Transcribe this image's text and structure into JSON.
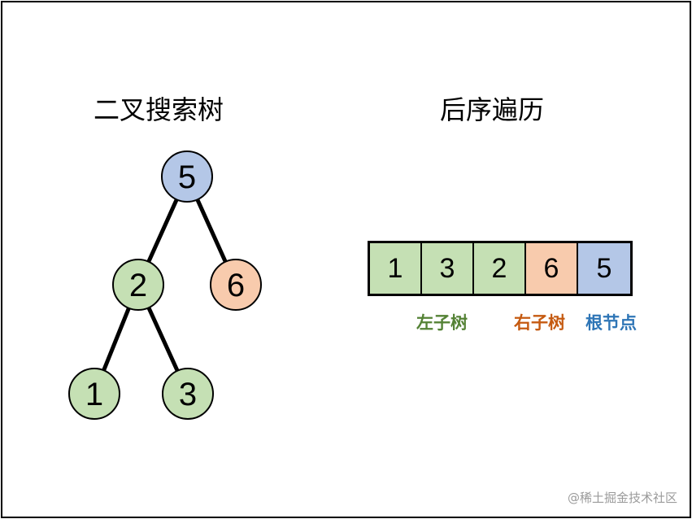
{
  "titles": {
    "left": "二叉搜索树",
    "right": "后序遍历"
  },
  "tree": {
    "nodes": [
      {
        "id": "n5",
        "value": "5",
        "color": "#b4c7e7"
      },
      {
        "id": "n2",
        "value": "2",
        "color": "#c5e0b4"
      },
      {
        "id": "n6",
        "value": "6",
        "color": "#f8cbad"
      },
      {
        "id": "n1",
        "value": "1",
        "color": "#c5e0b4"
      },
      {
        "id": "n3",
        "value": "3",
        "color": "#c5e0b4"
      }
    ],
    "edges": [
      [
        "n5",
        "n2"
      ],
      [
        "n5",
        "n6"
      ],
      [
        "n2",
        "n1"
      ],
      [
        "n2",
        "n3"
      ]
    ]
  },
  "postorder": {
    "cells": [
      {
        "value": "1",
        "color": "#c5e0b4"
      },
      {
        "value": "3",
        "color": "#c5e0b4"
      },
      {
        "value": "2",
        "color": "#c5e0b4"
      },
      {
        "value": "6",
        "color": "#f8cbad"
      },
      {
        "value": "5",
        "color": "#b4c7e7"
      }
    ],
    "labels": {
      "left_subtree": "左子树",
      "right_subtree": "右子树",
      "root": "根节点"
    },
    "label_colors": {
      "left_subtree": "#548235",
      "right_subtree": "#c55a11",
      "root": "#2e75b6"
    }
  },
  "watermark": "@稀土掘金技术社区"
}
